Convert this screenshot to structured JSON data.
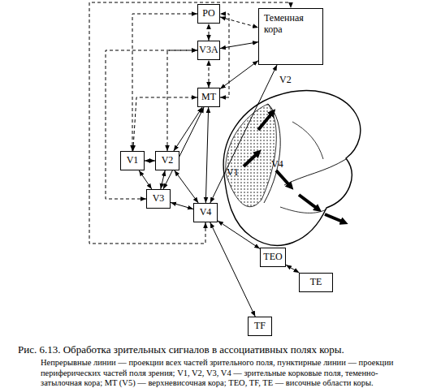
{
  "diagram": {
    "caption": "Рис. 6.13. Обработка зрительных сигналов в ассоциативных полях коры.",
    "nodes": [
      {
        "text": [
          "PO"
        ]
      },
      {
        "text": [
          "Теменная кора"
        ]
      },
      {
        "text": [
          "V3A"
        ]
      },
      {
        "text": [
          "MT"
        ]
      },
      {
        "text": [
          "V1"
        ]
      },
      {
        "text": [
          "V2"
        ]
      },
      {
        "text": [
          "V3"
        ]
      },
      {
        "text": [
          "V4"
        ]
      },
      {
        "text": [
          "TEO"
        ]
      },
      {
        "text": [
          "TE"
        ]
      },
      {
        "text": [
          "TF"
        ]
      }
    ],
    "edges": [
      {
        "from": 4,
        "to": 5,
        "arrow": "both"
      },
      {
        "from": 4,
        "to": 6,
        "arrow": "both"
      },
      {
        "from": 5,
        "to": 6,
        "arrow": "both"
      },
      {
        "from": 5,
        "to": 3,
        "arrow": "both"
      },
      {
        "from": 6,
        "to": 3,
        "arrow": "both"
      },
      {
        "from": 5,
        "to": 7,
        "arrow": "both"
      },
      {
        "from": 6,
        "to": 7,
        "arrow": "both"
      },
      {
        "from": 3,
        "to": 7,
        "arrow": "both"
      },
      {
        "from": 3,
        "to": 1,
        "arrow": "both"
      },
      {
        "from": 7,
        "to": 1,
        "arrow": "both"
      },
      {
        "from": 7,
        "to": 8,
        "arrow": "both"
      },
      {
        "from": 8,
        "to": 9,
        "arrow": "both"
      },
      {
        "from": 7,
        "to": 10,
        "arrow": "both"
      },
      {
        "from": 2,
        "to": 1,
        "arrow": "both"
      },
      {
        "from": 0,
        "to": 1,
        "arrow": "both"
      },
      {
        "from": 2,
        "to": 0,
        "arrow": "both"
      },
      {
        "from": 3,
        "to": 2,
        "arrow": "both"
      },
      {
        "from": 4,
        "to": 0,
        "arrow": "both"
      },
      {
        "from": 5,
        "to": 2,
        "arrow": "both"
      },
      {
        "from": 4,
        "to": 3,
        "arrow": "both"
      },
      {
        "from": 6,
        "to": 2,
        "arrow": "both"
      },
      {
        "from": 7,
        "to": 1,
        "arrow": "both"
      },
      {
        "from": 3,
        "to": 0,
        "arrow": "both"
      }
    ],
    "labels": [
      "V2",
      "V1",
      "V4",
      "Непрерывные линии — проекции всех частей зрительного поля, пунктирные линии — проекции периферических частей поля зрения; V1, V2, V3, V4 — зрительные корковые поля, теменно-затылочная кора; MT (V5) — верхневисочная кора; TEO, TF, TE — височные области коры."
    ]
  }
}
